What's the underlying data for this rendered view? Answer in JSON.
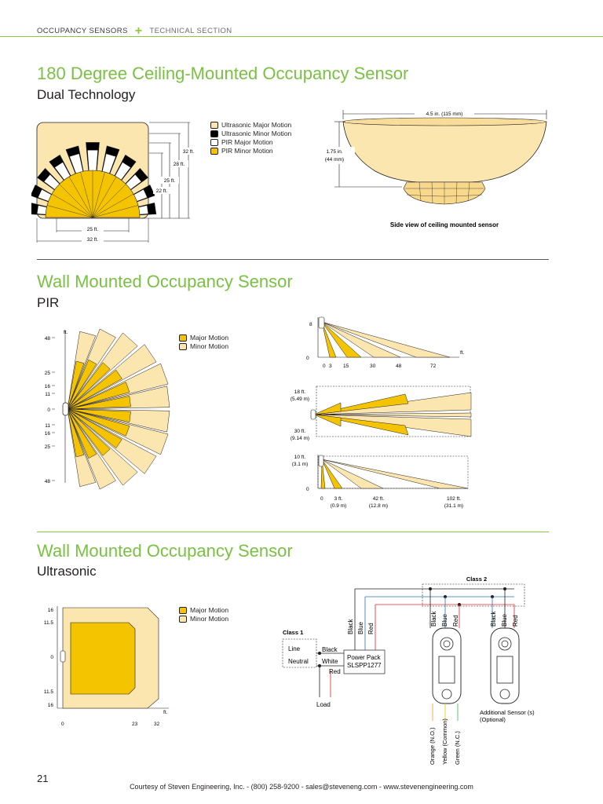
{
  "header": {
    "section": "OCCUPANCY SENSORS",
    "subsection": "TECHNICAL SECTION"
  },
  "section1": {
    "title": "180 Degree Ceiling-Mounted Occupancy Sensor",
    "subtitle": "Dual Technology",
    "legend": [
      {
        "label": "Ultrasonic Major Motion",
        "color": "#fbe6b0"
      },
      {
        "label": "Ultrasonic Minor Motion",
        "color": "#000000"
      },
      {
        "label": "PIR Major Motion",
        "color": "#ffffff"
      },
      {
        "label": "PIR Minor Motion",
        "color": "#f5c400"
      }
    ],
    "dims": {
      "d32v": "32 ft.",
      "d28": "28 ft.",
      "d25v": "25 ft.",
      "d22": "22 ft.",
      "d25h": "25 ft.",
      "d32h": "32 ft."
    },
    "side": {
      "width": "4.5 in. (115 mm)",
      "height1": "1.75 in.",
      "height2": "(44 mm)",
      "caption": "Side view of ceiling mounted sensor"
    }
  },
  "section2": {
    "title": "Wall Mounted Occupancy Sensor",
    "subtitle": "PIR",
    "legend": [
      {
        "label": "Major Motion",
        "color": "#f5c400"
      },
      {
        "label": "Minor Motion",
        "color": "#fbe6b0"
      }
    ],
    "top_axis": {
      "unit": "ft.",
      "ticks": [
        "48",
        "25",
        "16",
        "11",
        "0",
        "11",
        "16",
        "25",
        "48"
      ]
    },
    "side1": {
      "y_ticks": [
        "8",
        "0"
      ],
      "x_ticks": [
        "0",
        "3",
        "15",
        "30",
        "48",
        "72"
      ],
      "unit": "ft."
    },
    "side2": {
      "top1": "18 ft.",
      "top2": "(5.49 m)",
      "bot1": "30 ft.",
      "bot2": "(9.14 m)"
    },
    "side3": {
      "h1": "10 ft.",
      "h2": "(3.1 m)",
      "y0": "0",
      "x0": "0",
      "x1a": "3 ft.",
      "x1b": "(0.9 m)",
      "x2a": "42 ft.",
      "x2b": "(12.8 m)",
      "x3a": "102 ft.",
      "x3b": "(31.1 m)"
    }
  },
  "section3": {
    "title": "Wall Mounted Occupancy Sensor",
    "subtitle": "Ultrasonic",
    "legend": [
      {
        "label": "Major Motion",
        "color": "#f5c400"
      },
      {
        "label": "Minor Motion",
        "color": "#fbe6b0"
      }
    ],
    "y_ticks": [
      "16",
      "11.5",
      "0",
      "11.5",
      "16"
    ],
    "x_ticks": [
      "0",
      "23",
      "32"
    ],
    "unit": "ft.",
    "wiring": {
      "class1": "Class 1",
      "class2": "Class 2",
      "line": "Line",
      "neutral": "Neutral",
      "black": "Black",
      "white": "White",
      "red": "Red",
      "blue": "Blue",
      "load": "Load",
      "power_pack1": "Power Pack",
      "power_pack2": "SLSPP1277",
      "orange": "Orange (N.O.)",
      "yellow": "Yellow (Common)",
      "green": "Green (N.C.)",
      "additional1": "Additional Sensor (s)",
      "additional2": "(Optional)"
    }
  },
  "footer": {
    "page": "21",
    "text": "Courtesy of Steven Engineering, Inc. - (800) 258-9200 - sales@steveneng.com - www.stevenengineering.com"
  }
}
